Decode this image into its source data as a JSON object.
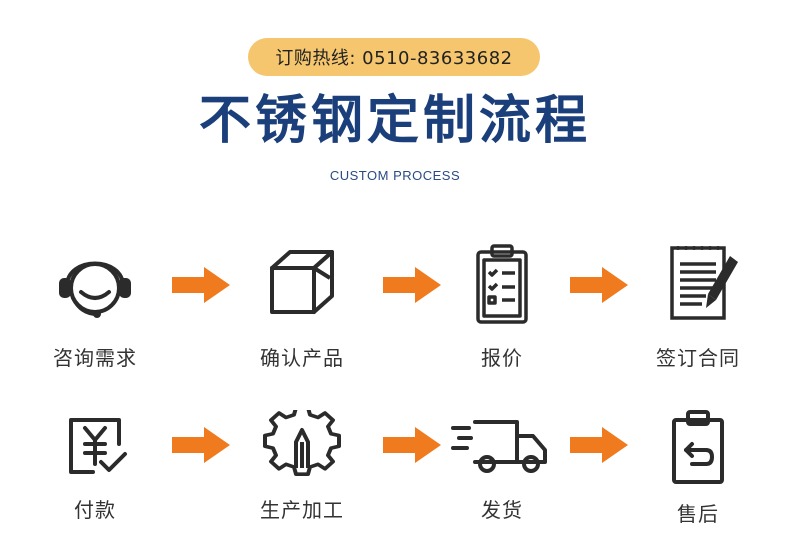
{
  "hotline": {
    "text": "订购热线: 0510-83633682"
  },
  "title": "不锈钢定制流程",
  "subtitle": "CUSTOM PROCESS",
  "colors": {
    "accent": "#f07a1e",
    "title": "#1b3f7a",
    "pill": "#f5c66e",
    "icon": "#2b2b2b"
  },
  "steps": [
    {
      "label": "咨询需求",
      "icon": "headset-icon"
    },
    {
      "label": "确认产品",
      "icon": "box-icon"
    },
    {
      "label": "报价",
      "icon": "clipboard-checklist-icon"
    },
    {
      "label": "签订合同",
      "icon": "notepad-pen-icon"
    },
    {
      "label": "付款",
      "icon": "yuan-receipt-icon"
    },
    {
      "label": "生产加工",
      "icon": "gear-icon"
    },
    {
      "label": "发货",
      "icon": "truck-icon"
    },
    {
      "label": "售后",
      "icon": "return-clipboard-icon"
    }
  ]
}
